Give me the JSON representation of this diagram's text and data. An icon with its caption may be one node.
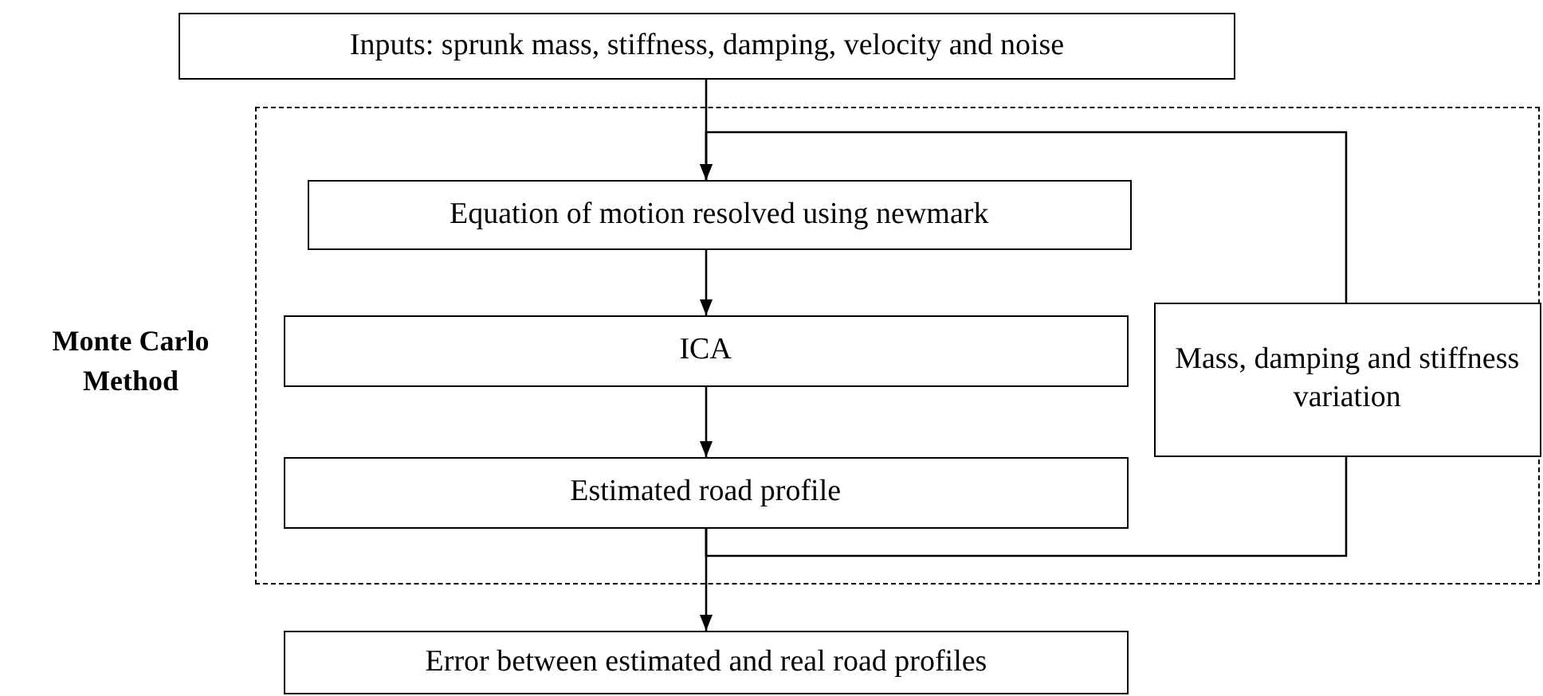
{
  "diagram": {
    "nodes": [
      {
        "text": [
          "Inputs: sprunk mass, stiffness, damping, velocity and noise"
        ]
      },
      {
        "text": [
          "Monte Carlo Method"
        ]
      },
      {
        "text": [
          "Equation of motion resolved using newmark"
        ],
        "in": 1
      },
      {
        "text": [
          "ICA"
        ],
        "in": 1
      },
      {
        "text": [
          "Estimated road profile"
        ],
        "in": 1
      },
      {
        "text": [
          "Mass, damping and stiffness variation"
        ],
        "in": 1
      },
      {
        "text": [
          "Error between estimated and real road profiles"
        ]
      }
    ],
    "edges": [
      {
        "from": 0,
        "to": 2,
        "arrow": "to"
      },
      {
        "from": 2,
        "to": 3,
        "arrow": "to"
      },
      {
        "from": 3,
        "to": 4,
        "arrow": "to"
      },
      {
        "from": 4,
        "to": 5,
        "arrow": "none"
      },
      {
        "from": 4,
        "to": 6,
        "arrow": "to"
      },
      {
        "from": 5,
        "to": 2,
        "arrow": "to"
      }
    ]
  }
}
